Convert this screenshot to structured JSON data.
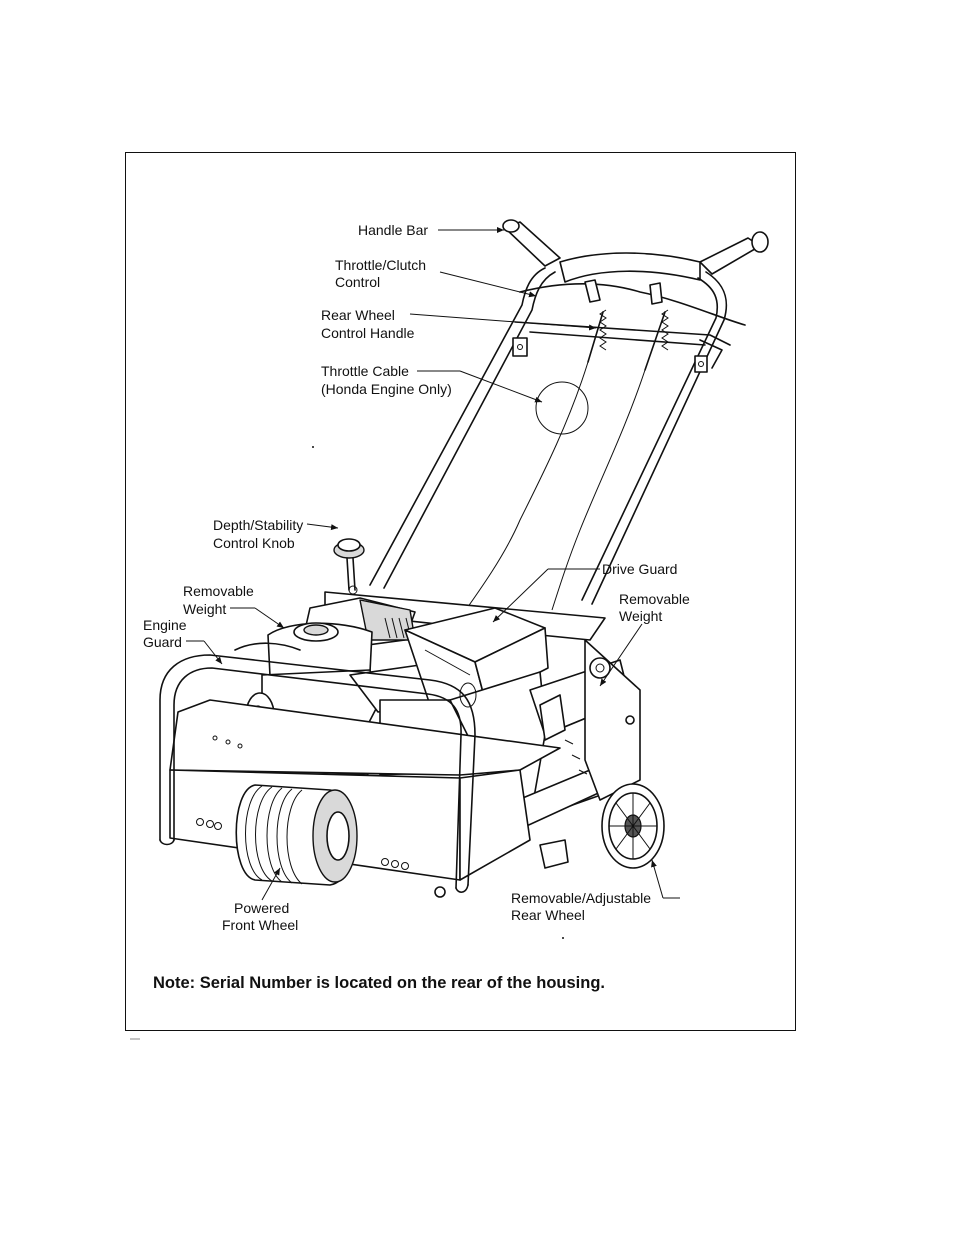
{
  "labels": {
    "handle_bar": "Handle Bar",
    "throttle_clutch_1": "Throttle/Clutch",
    "throttle_clutch_2": "Control",
    "rear_wheel_ctrl_1": "Rear Wheel",
    "rear_wheel_ctrl_2": "Control Handle",
    "throttle_cable_1": "Throttle Cable",
    "throttle_cable_2": "(Honda Engine Only)",
    "depth_knob_1": "Depth/Stability",
    "depth_knob_2": "Control Knob",
    "removable_weight_left_1": "Removable",
    "removable_weight_left_2": "Weight",
    "engine_guard_1": "Engine",
    "engine_guard_2": "Guard",
    "drive_guard": "Drive Guard",
    "removable_weight_right_1": "Removable",
    "removable_weight_right_2": "Weight",
    "powered_wheel_1": "Powered",
    "powered_wheel_2": "Front Wheel",
    "rear_wheel_1": "Removable/Adjustable",
    "rear_wheel_2": "Rear Wheel"
  },
  "note": "Note: Serial Number is located on the rear of the housing."
}
